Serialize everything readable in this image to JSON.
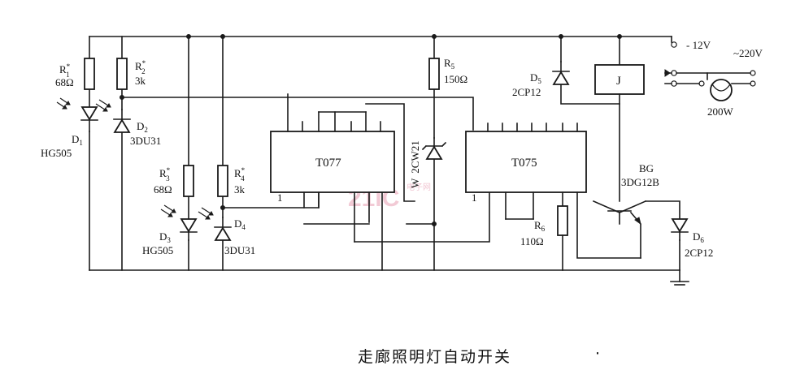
{
  "caption": "走廊照明灯自动开关",
  "caption_mark": "·",
  "supply": {
    "dc": "- 12V",
    "ac": "~220V"
  },
  "load": "200W",
  "relay": "J",
  "chips": {
    "left": "T077",
    "right": "T075"
  },
  "pin_marks": {
    "left": "1",
    "right": "1"
  },
  "watermark": {
    "brand": "21IC",
    "sub": "电子网"
  },
  "resistors": [
    {
      "name": "R",
      "sup": "*",
      "sub": "1",
      "value": "68Ω"
    },
    {
      "name": "R",
      "sup": "*",
      "sub": "2",
      "value": "3k"
    },
    {
      "name": "R",
      "sup": "*",
      "sub": "3",
      "value": "68Ω"
    },
    {
      "name": "R",
      "sup": "*",
      "sub": "4",
      "value": "3k"
    },
    {
      "name": "R",
      "sub": "5",
      "value": "150Ω"
    },
    {
      "name": "R",
      "sub": "6",
      "value": "110Ω"
    }
  ],
  "diodes": [
    {
      "name": "D",
      "sub": "1",
      "part": "HG505"
    },
    {
      "name": "D",
      "sub": "2",
      "part": "3DU31"
    },
    {
      "name": "D",
      "sub": "3",
      "part": "HG505"
    },
    {
      "name": "D",
      "sub": "4",
      "part": "3DU31"
    },
    {
      "name": "D",
      "sub": "5",
      "part": "2CP12"
    },
    {
      "name": "D",
      "sub": "6",
      "part": "2CP12"
    }
  ],
  "zener": {
    "name": "W",
    "part": "2CW21"
  },
  "transistor": {
    "name": "BG",
    "part": "3DG12B"
  }
}
